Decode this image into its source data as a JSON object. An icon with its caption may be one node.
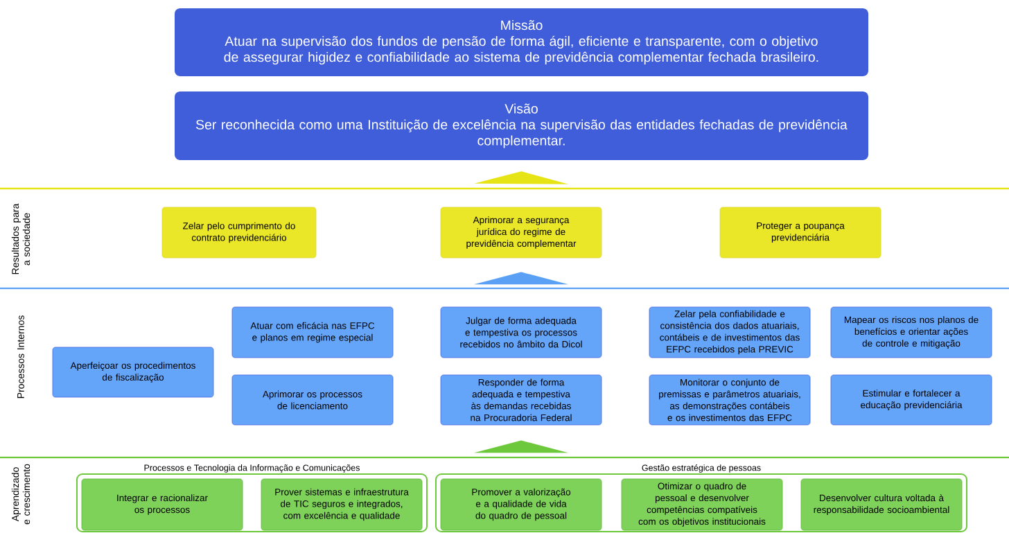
{
  "diagram": {
    "nodes": [
      {
        "text": [
          "Missão",
          "Atuar na supervisão dos fundos de pensão de forma ágil, eficiente e transparente, com o objetivo de assegurar higidez e confiabilidade ao sistema de previdência complementar fechada brasileiro."
        ]
      },
      {
        "text": [
          "Visão",
          "Ser reconhecida como uma Instituição de excelência na supervisão das entidades fechadas de previdência complementar."
        ]
      },
      {
        "text": [
          "Zelar pelo cumprimento do contrato previdenciário"
        ]
      },
      {
        "text": [
          "Aprimorar a segurança jurídica do regime de previdência complementar"
        ]
      },
      {
        "text": [
          "Proteger a poupança previdenciária"
        ]
      },
      {
        "text": [
          "Aperfeiçoar os procedimentos de fiscalização"
        ]
      },
      {
        "text": [
          "Atuar com eficácia nas EFPC e planos em regime especial"
        ]
      },
      {
        "text": [
          "Aprimorar os processos de licenciamento"
        ]
      },
      {
        "text": [
          "Julgar de forma adequada e tempestiva os processos recebidos no âmbito da Dicol"
        ]
      },
      {
        "text": [
          "Responder de forma adequada e tempestiva às demandas recebidas na Procuradoria Federal"
        ]
      },
      {
        "text": [
          "Zelar pela confiabilidade e consistência dos dados atuariais, contábeis e de investimentos das EFPC recebidos pela PREVIC"
        ]
      },
      {
        "text": [
          "Monitorar o conjunto de premissas e parâmetros atuariais, as demonstrações contábeis e os investimentos das EFPC"
        ]
      },
      {
        "text": [
          "Mapear os riscos nos planos de benefícios e orientar ações de controle e mitigação"
        ]
      },
      {
        "text": [
          "Estimular e fortalecer a educação previdenciária"
        ]
      },
      {
        "text": [
          "Processos e Tecnologia da Informação e Comunicações"
        ]
      },
      {
        "text": [
          "Integrar e racionalizar os processos"
        ],
        "in": 14
      },
      {
        "text": [
          "Prover sistemas e infraestrutura de TIC seguros e integrados, com excelência e qualidade"
        ],
        "in": 14
      },
      {
        "text": [
          "Gestão estratégica de pessoas"
        ]
      },
      {
        "text": [
          "Promover a valorização e a qualidade de vida do quadro de pessoal"
        ],
        "in": 17
      },
      {
        "text": [
          "Otimizar o quadro de pessoal e desenvolver competências compatíveis com os objetivos institucionais"
        ],
        "in": 17
      },
      {
        "text": [
          "Desenvolver cultura voltada à responsabilidade socioambiental"
        ],
        "in": 17
      }
    ],
    "edges": [
      {
        "from": 3,
        "to": 1,
        "arrow": "to",
        "color": "#e6e414"
      },
      {
        "from": 8,
        "to": 3,
        "arrow": "to",
        "color": "#5aa0f5"
      },
      {
        "from": 18,
        "to": 9,
        "arrow": "to",
        "color": "#6ec83c"
      }
    ],
    "labels": [
      "Resultados para a sociedade",
      "Processos Internos",
      "Aprendizado e crescimento"
    ]
  }
}
